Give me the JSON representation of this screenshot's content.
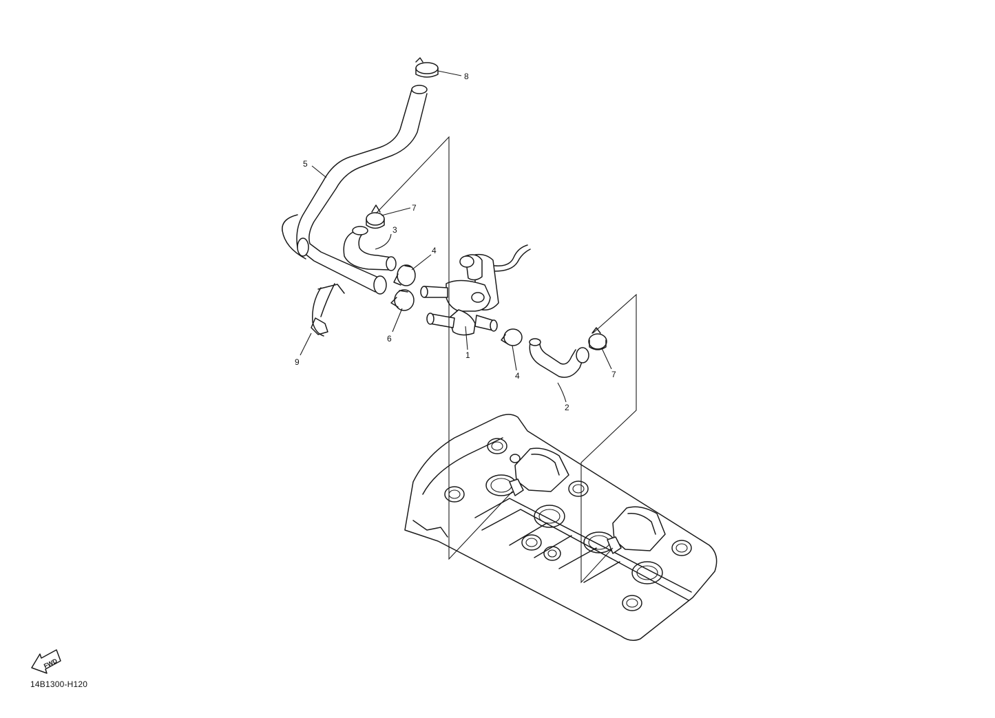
{
  "callouts": [
    {
      "id": "c1",
      "label": "1"
    },
    {
      "id": "c2",
      "label": "2"
    },
    {
      "id": "c3",
      "label": "3"
    },
    {
      "id": "c4a",
      "label": "4"
    },
    {
      "id": "c4b",
      "label": "4"
    },
    {
      "id": "c5",
      "label": "5"
    },
    {
      "id": "c6",
      "label": "6"
    },
    {
      "id": "c7a",
      "label": "7"
    },
    {
      "id": "c7b",
      "label": "7"
    },
    {
      "id": "c8",
      "label": "8"
    },
    {
      "id": "c9",
      "label": "9"
    }
  ],
  "fwd_badge": {
    "text": "FWD",
    "icon": "fwd-arrow-icon"
  },
  "diagram_code": "14B1300-H120"
}
